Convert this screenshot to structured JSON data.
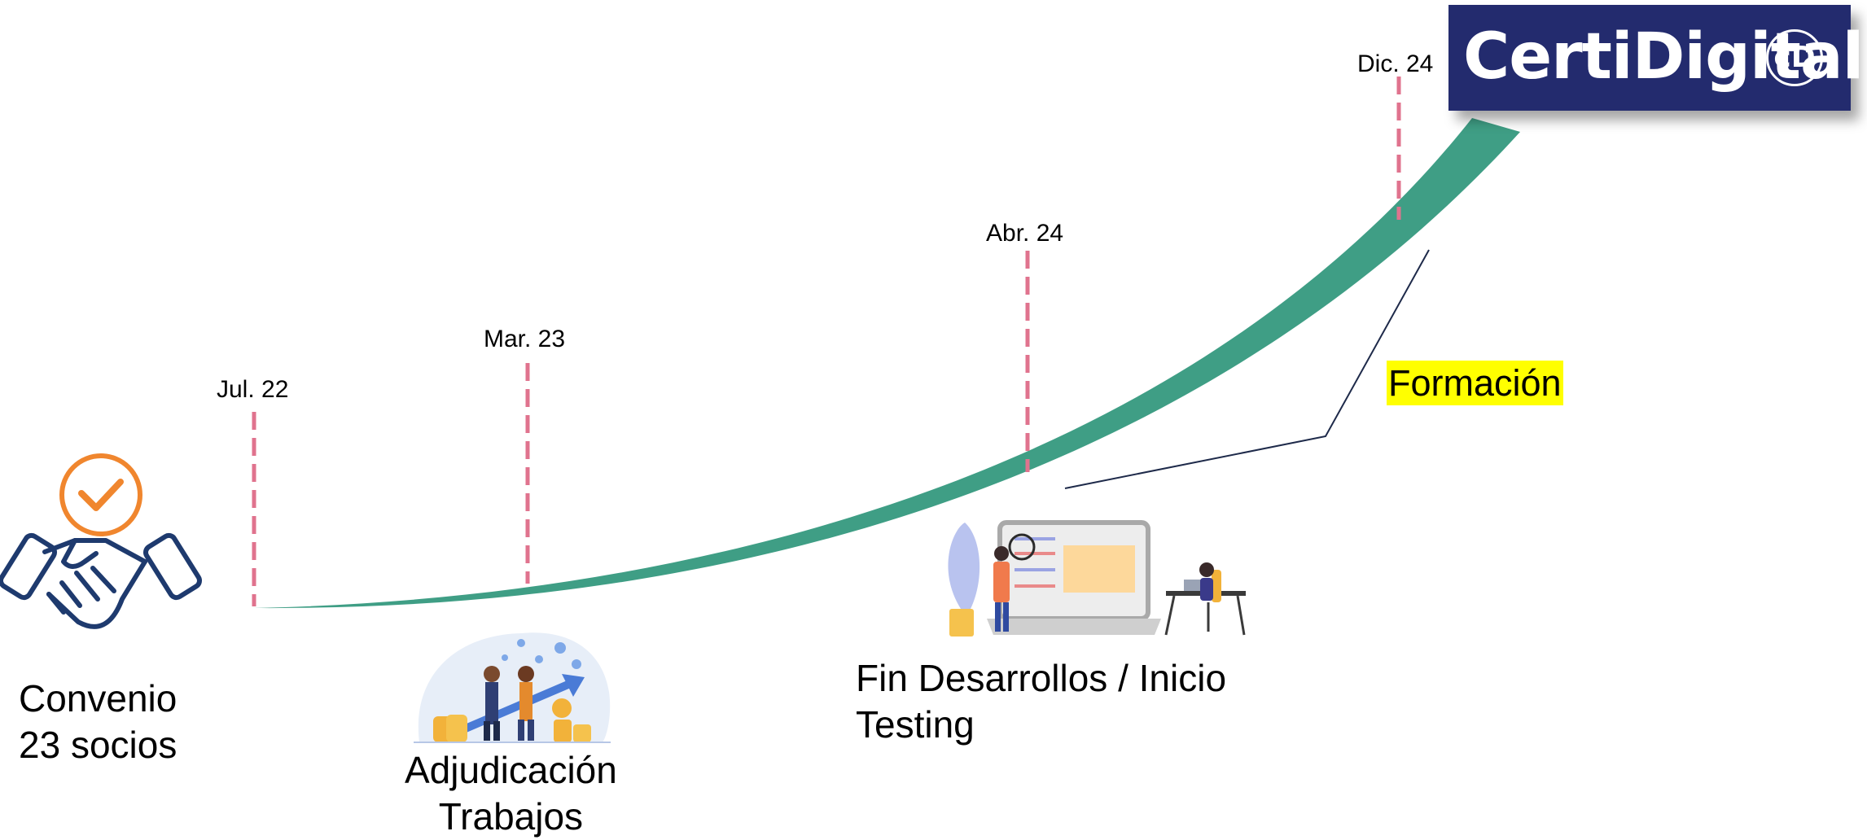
{
  "timeline": {
    "dates": [
      "Jul. 22",
      "Mar. 23",
      "Abr. 24",
      "Dic. 24"
    ],
    "milestones": {
      "convenio": [
        "Convenio",
        "23 socios"
      ],
      "adjudicacion": [
        "Adjudicación",
        "Trabajos"
      ],
      "fin_desarrollos": [
        "Fin Desarrollos / Inicio",
        "Testing"
      ]
    },
    "callout": "Formación"
  },
  "logo": {
    "text": "CertiDigital",
    "badge": "cD"
  },
  "colors": {
    "curve": "#3f9e85",
    "dashed_marker": "#e0738e",
    "logo_bg": "#232b6e",
    "highlight": "#ffff00",
    "handshake": "#1e3a6e",
    "check": "#f0862e"
  },
  "icons": [
    "handshake-check-icon",
    "business-deal-illustration",
    "dev-testing-illustration"
  ]
}
